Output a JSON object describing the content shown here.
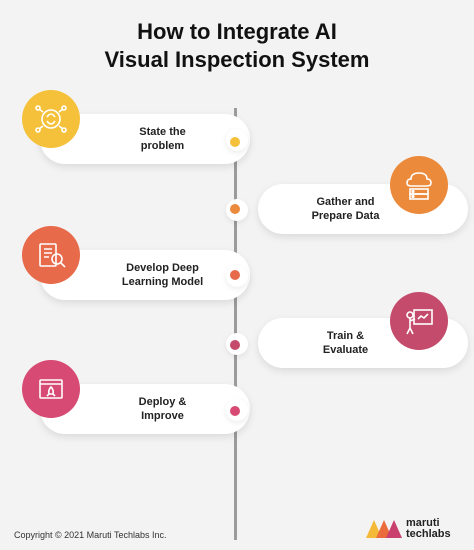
{
  "title_line1": "How to Integrate AI",
  "title_line2": "Visual Inspection System",
  "steps": [
    {
      "label": "State the\nproblem",
      "icon": "problem-brain-icon",
      "color": "#f5c13a"
    },
    {
      "label": "Gather and\nPrepare Data",
      "icon": "data-server-icon",
      "color": "#ec8a3c"
    },
    {
      "label": "Develop Deep\nLearning Model",
      "icon": "book-magnifier-icon",
      "color": "#e76a4a"
    },
    {
      "label": "Train &\nEvaluate",
      "icon": "presentation-board-icon",
      "color": "#c44b6b"
    },
    {
      "label": "Deploy &\nImprove",
      "icon": "rocket-screen-icon",
      "color": "#d64a73"
    }
  ],
  "footer_copyright": "Copyright © 2021 Maruti Techlabs Inc.",
  "brand": {
    "line1": "maruti",
    "line2": "techlabs",
    "colors": [
      "#f5b93a",
      "#ec6b3c",
      "#c93f6e"
    ]
  }
}
